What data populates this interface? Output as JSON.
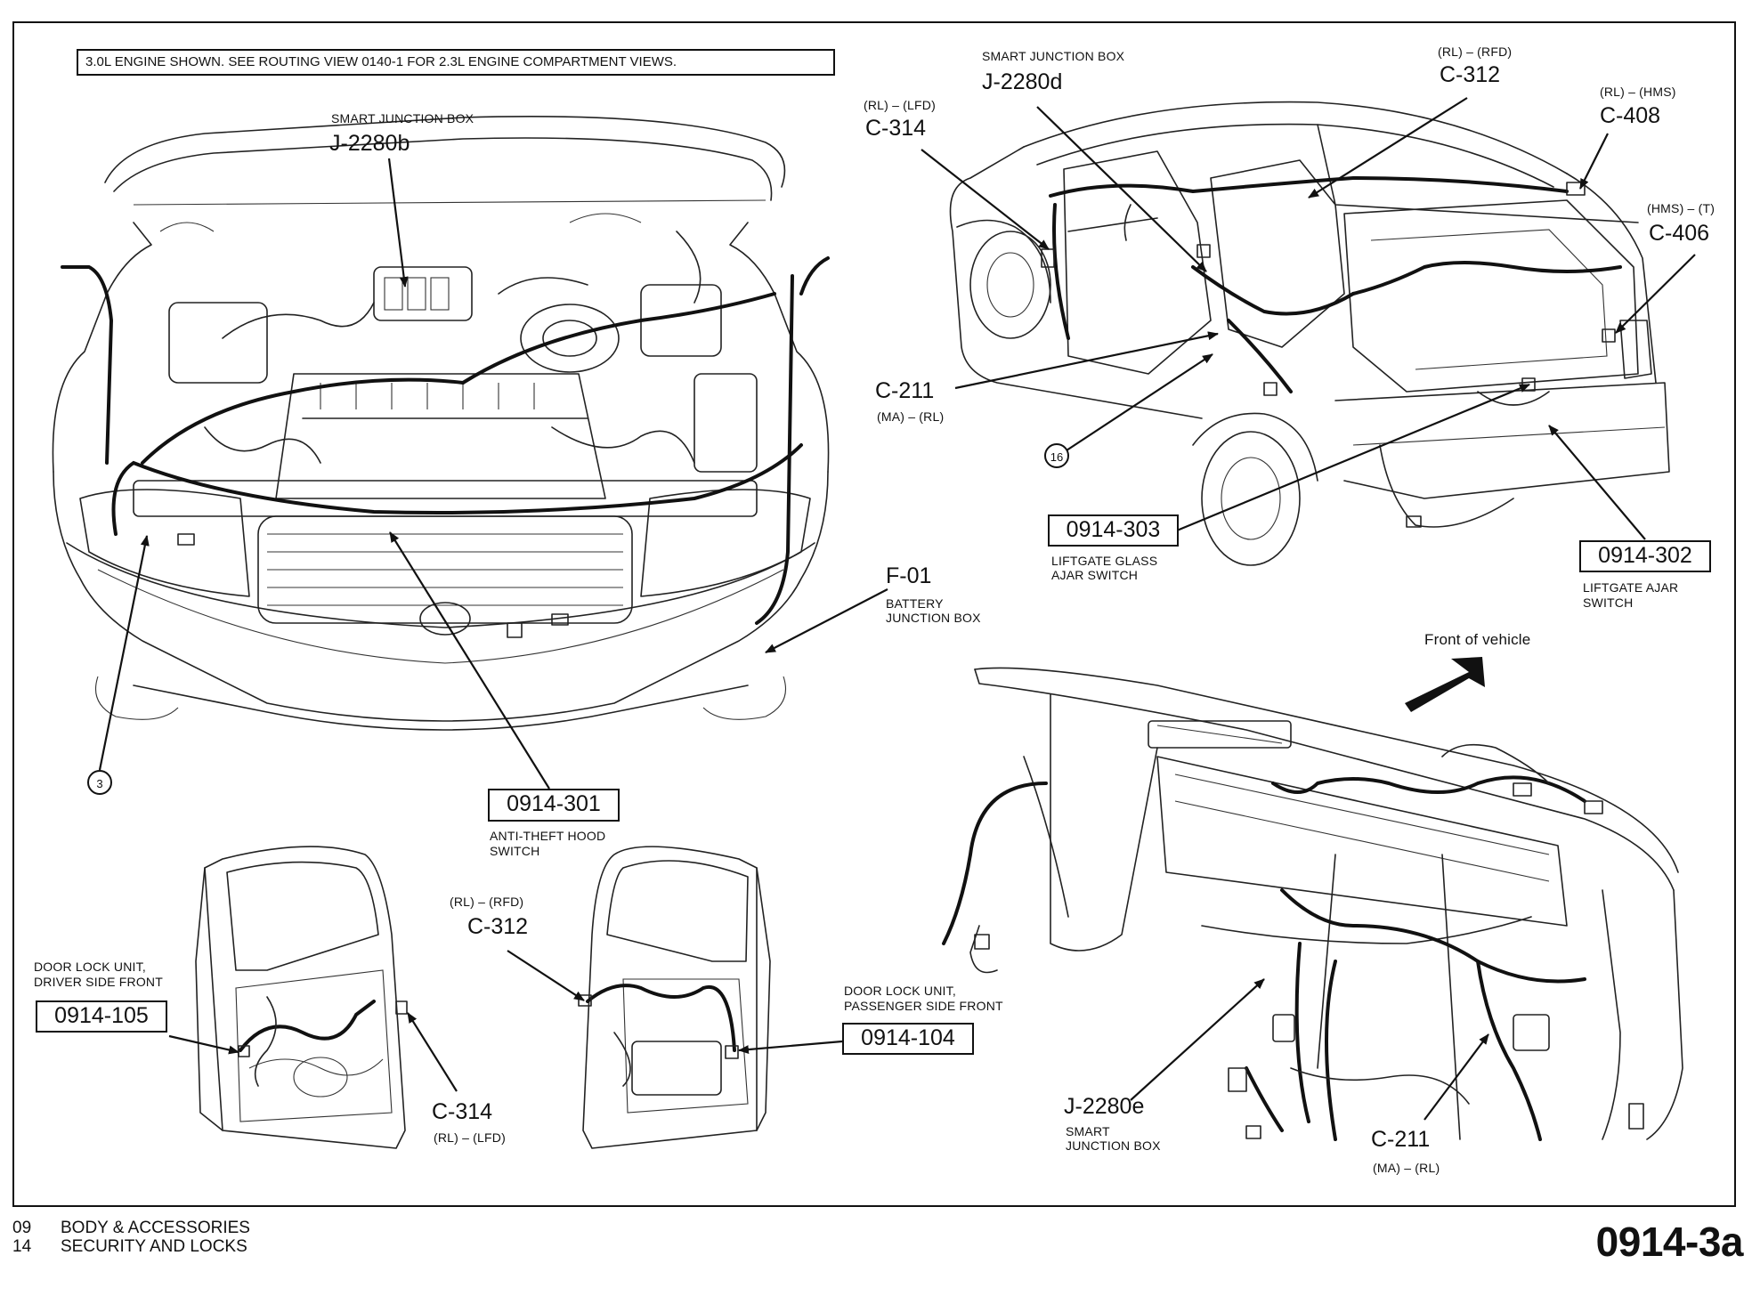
{
  "notes": {
    "engine": "3.0L ENGINE SHOWN. SEE ROUTING VIEW 0140-1 FOR 2.3L ENGINE COMPARTMENT VIEWS."
  },
  "components": {
    "sjb_b": {
      "title": "SMART JUNCTION BOX",
      "code": "J-2280b"
    },
    "sjb_d": {
      "title": "SMART JUNCTION BOX",
      "code": "J-2280d"
    },
    "sjb_e": {
      "code": "J-2280e",
      "desc1": "SMART",
      "desc2": "JUNCTION BOX"
    },
    "c312_rear": {
      "circuit": "(RL) – (RFD)",
      "code": "C-312"
    },
    "c314_rear": {
      "circuit": "(RL) – (LFD)",
      "code": "C-314"
    },
    "c408": {
      "circuit": "(RL) – (HMS)",
      "code": "C-408"
    },
    "c406": {
      "circuit": "(HMS) – (T)",
      "code": "C-406"
    },
    "c211_rear": {
      "code": "C-211",
      "circuit": "(MA) – (RL)"
    },
    "c211_ip": {
      "code": "C-211",
      "circuit": "(MA) – (RL)"
    },
    "c312_door": {
      "circuit": "(RL) – (RFD)",
      "code": "C-312"
    },
    "c314_door": {
      "code": "C-314",
      "circuit": "(RL) – (LFD)"
    },
    "liftgate_glass": {
      "code": "0914-303",
      "desc1": "LIFTGATE GLASS",
      "desc2": "AJAR SWITCH"
    },
    "liftgate_ajar": {
      "code": "0914-302",
      "desc1": "LIFTGATE AJAR",
      "desc2": "SWITCH"
    },
    "f01": {
      "code": "F-01",
      "desc1": "BATTERY",
      "desc2": "JUNCTION BOX"
    },
    "hood_switch": {
      "code": "0914-301",
      "desc1": "ANTI-THEFT HOOD",
      "desc2": "SWITCH"
    },
    "door_driver": {
      "desc1": "DOOR LOCK UNIT,",
      "desc2": "DRIVER SIDE FRONT",
      "code": "0914-105"
    },
    "door_passenger": {
      "desc1": "DOOR LOCK UNIT,",
      "desc2": "PASSENGER SIDE FRONT",
      "code": "0914-104"
    }
  },
  "callouts": {
    "c16": "16",
    "c3": "3"
  },
  "labels": {
    "front_of_vehicle": "Front of vehicle"
  },
  "footer": {
    "group_num": "09",
    "group_title": "BODY & ACCESSORIES",
    "section_num": "14",
    "section_title": "SECURITY AND LOCKS",
    "page_code": "0914-3a"
  }
}
